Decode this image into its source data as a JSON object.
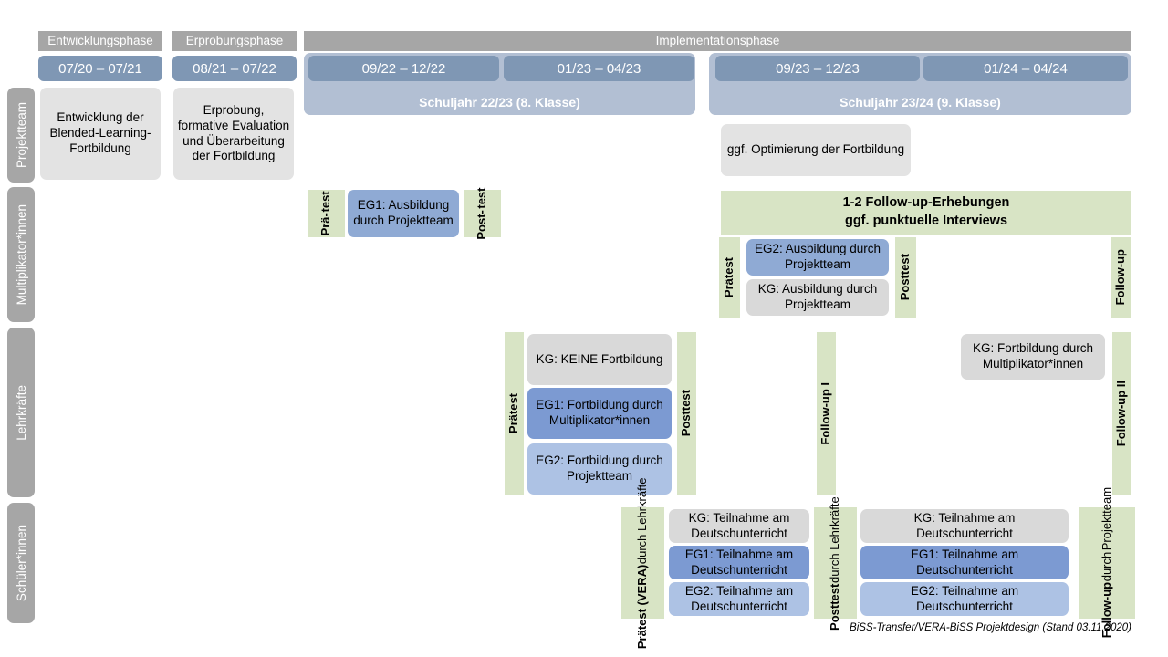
{
  "header": {
    "phases": [
      {
        "label": "Entwicklungsphase"
      },
      {
        "label": "Erprobungsphase"
      },
      {
        "label": "Implementationsphase"
      }
    ],
    "periods": [
      {
        "label": "07/20 – 07/21"
      },
      {
        "label": "08/21 – 07/22"
      },
      {
        "label": "09/22 – 12/22"
      },
      {
        "label": "01/23 – 04/23"
      },
      {
        "label": "09/23 – 12/23"
      },
      {
        "label": "01/24 – 04/24"
      }
    ],
    "schoolyears": [
      {
        "label": "Schuljahr 22/23 (8. Klasse)"
      },
      {
        "label": "Schuljahr 23/24 (9. Klasse)"
      }
    ]
  },
  "sidebar": {
    "items": [
      {
        "label": "Projektteam"
      },
      {
        "label": "Multiplikator*innen"
      },
      {
        "label": "Lehrkräfte"
      },
      {
        "label": "Schüler*innen"
      }
    ]
  },
  "projektteam": {
    "entwicklung": "Entwicklung der Blended-Learning-Fortbildung",
    "erprobung": "Erprobung, formative Evaluation und Überarbeitung der Fortbildung",
    "optimierung": "ggf. Optimierung der Fortbildung"
  },
  "multiplikatoren": {
    "praetest_l1": "Prä-",
    "praetest_l2": "test",
    "posttest_l1": "Post-",
    "posttest_l2": "test",
    "eg1": "EG1: Ausbildung durch Projektteam",
    "followup_banner_l1": "1-2 Follow-up-Erhebungen",
    "followup_banner_l2": "ggf. punktuelle Interviews",
    "praetest2": "Prätest",
    "posttest2": "Posttest",
    "eg2": "EG2: Ausbildung durch Projektteam",
    "kg": "KG: Ausbildung durch Projektteam",
    "followup": "Follow-up"
  },
  "lehrkraefte": {
    "praetest": "Prätest",
    "posttest": "Posttest",
    "kg_keine": "KG:  KEINE Fortbildung",
    "eg1": "EG1: Fortbildung durch Multiplikator*innen",
    "eg2": "EG2: Fortbildung durch Projektteam",
    "followup1": "Follow-up I",
    "followup2": "Follow-up II",
    "kg_fortbildung": "KG: Fortbildung durch Multiplikator*innen"
  },
  "schueler": {
    "praetest_main": "Prätest (VERA)",
    "praetest_sub": "durch Lehrkräfte",
    "posttest_main": "Posttest",
    "posttest_sub": "durch Lehrkräfte",
    "followup_main": "Follow-up",
    "followup_sub1": "durch",
    "followup_sub2": "Projektteam",
    "kg": "KG: Teilnahme am Deutschunterricht",
    "eg1": "EG1: Teilnahme am Deutschunterricht",
    "eg2": "EG2: Teilnahme am Deutschunterricht"
  },
  "footer": {
    "text": "BiSS-Transfer/VERA-BiSS Projektdesign (Stand 03.11.2020)"
  },
  "colors": {
    "phase_gray": "#a6a6a6",
    "date_blue": "#7f97b4",
    "schoolyear_blue": "#b2bfd3",
    "green": "#d8e4c5",
    "blue_mid": "#8faad4",
    "blue_dark": "#7c9ad2",
    "blue_light": "#adc2e4",
    "box_gray": "#e3e3e3"
  }
}
